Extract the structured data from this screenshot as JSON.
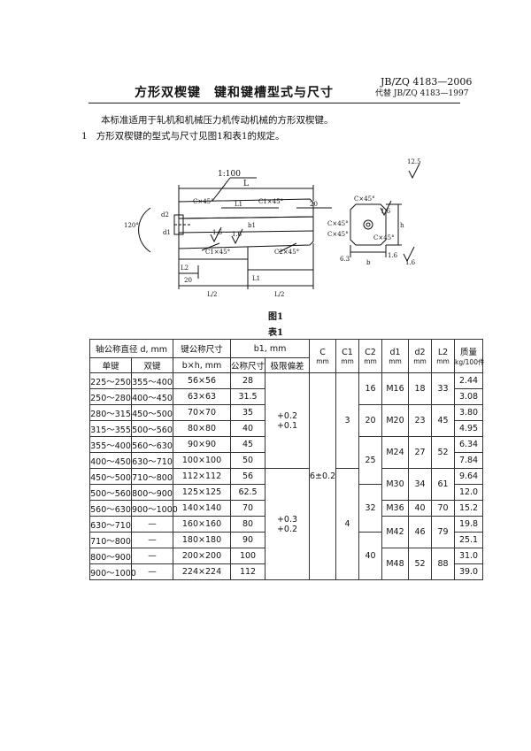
{
  "header": {
    "standard_code": "JB/ZQ 4183—2006",
    "replaces": "代替 JB/ZQ 4183—1997",
    "title": "方形双楔键　键和键槽型式与尺寸"
  },
  "body": {
    "para1": "本标准适用于轧机和机械压力机传动机械的方形双楔键。",
    "para2_num": "1",
    "para2": "方形双楔键的型式与尺寸见图1和表1的规定。"
  },
  "figure": {
    "caption": "图1",
    "labels": {
      "taper": "1:100",
      "L": "L",
      "L1": "L1",
      "cx45_a": "C×45°",
      "c1x45_a": "C1×45°",
      "c1x45_b": "C1×45°",
      "c2x45": "C2×45°",
      "dim20_a": "20",
      "dim20_b": "20",
      "Lhalf_a": "L/2",
      "Lhalf_b": "L/2",
      "L2": "L2",
      "angle120": "120°",
      "d1": "d1",
      "d2": "d2",
      "rough16_a": "1.6",
      "rough16_b": "1.6",
      "rough16_c": "1.6",
      "rough16_d": "1.6",
      "rough16_e": "1.6",
      "rough125": "12.5",
      "cx45_r1": "C×45°",
      "cx45_r2": "C×45°",
      "cx45_r3": "C×45°",
      "cx45_r4": "C×45°",
      "b1": "b1",
      "h": "h",
      "b": "b",
      "r63": "6.3"
    }
  },
  "table": {
    "caption": "表1",
    "headers": {
      "shaft_dia": "轴公称直径 d, mm",
      "single": "单键",
      "double": "双键",
      "key_size": "键公称尺寸",
      "key_size_sub": "b×h, mm",
      "b1": "b1, mm",
      "b1_nom": "公称尺寸",
      "b1_dev": "极限偏差",
      "C": "C",
      "C1": "C1",
      "C2": "C2",
      "d1": "d1",
      "d2": "d2",
      "L2": "L2",
      "mm": "mm",
      "mass": "质量",
      "mass_unit": "kg/100件"
    },
    "rows": [
      {
        "single": "225～250",
        "double": "355～400",
        "size": "56×56",
        "b1": "28",
        "mass": "2.44"
      },
      {
        "single": "250～280",
        "double": "400～450",
        "size": "63×63",
        "b1": "31.5",
        "mass": "3.08"
      },
      {
        "single": "280～315",
        "double": "450～500",
        "size": "70×70",
        "b1": "35",
        "mass": "3.80"
      },
      {
        "single": "315～355",
        "double": "500～560",
        "size": "80×80",
        "b1": "40",
        "mass": "4.95"
      },
      {
        "single": "355～400",
        "double": "560～630",
        "size": "90×90",
        "b1": "45",
        "mass": "6.34"
      },
      {
        "single": "400～450",
        "double": "630～710",
        "size": "100×100",
        "b1": "50",
        "mass": "7.84"
      },
      {
        "single": "450～500",
        "double": "710～800",
        "size": "112×112",
        "b1": "56",
        "mass": "9.64"
      },
      {
        "single": "500～560",
        "double": "800～900",
        "size": "125×125",
        "b1": "62.5",
        "mass": "12.0"
      },
      {
        "single": "560～630",
        "double": "900～1000",
        "size": "140×140",
        "b1": "70",
        "mass": "15.2"
      },
      {
        "single": "630～710",
        "double": "—",
        "size": "160×160",
        "b1": "80",
        "mass": "19.8"
      },
      {
        "single": "710～800",
        "double": "—",
        "size": "180×180",
        "b1": "90",
        "mass": "25.1"
      },
      {
        "single": "800～900",
        "double": "—",
        "size": "200×200",
        "b1": "100",
        "mass": "31.0"
      },
      {
        "single": "900～1000",
        "double": "—",
        "size": "224×224",
        "b1": "112",
        "mass": "39.0"
      }
    ],
    "dev1_a": "+0.2",
    "dev1_b": "+0.1",
    "dev2_a": "+0.3",
    "dev2_b": "+0.2",
    "C": "6±0.2",
    "C1_a": "3",
    "C1_b": "4",
    "C2": [
      "16",
      "20",
      "25",
      "32",
      "40"
    ],
    "d1": [
      "M16",
      "M20",
      "M24",
      "M30",
      "M36",
      "M42",
      "M48"
    ],
    "d2": [
      "18",
      "23",
      "27",
      "34",
      "40",
      "46",
      "52"
    ],
    "L2": [
      "33",
      "45",
      "52",
      "61",
      "70",
      "79",
      "88"
    ]
  }
}
